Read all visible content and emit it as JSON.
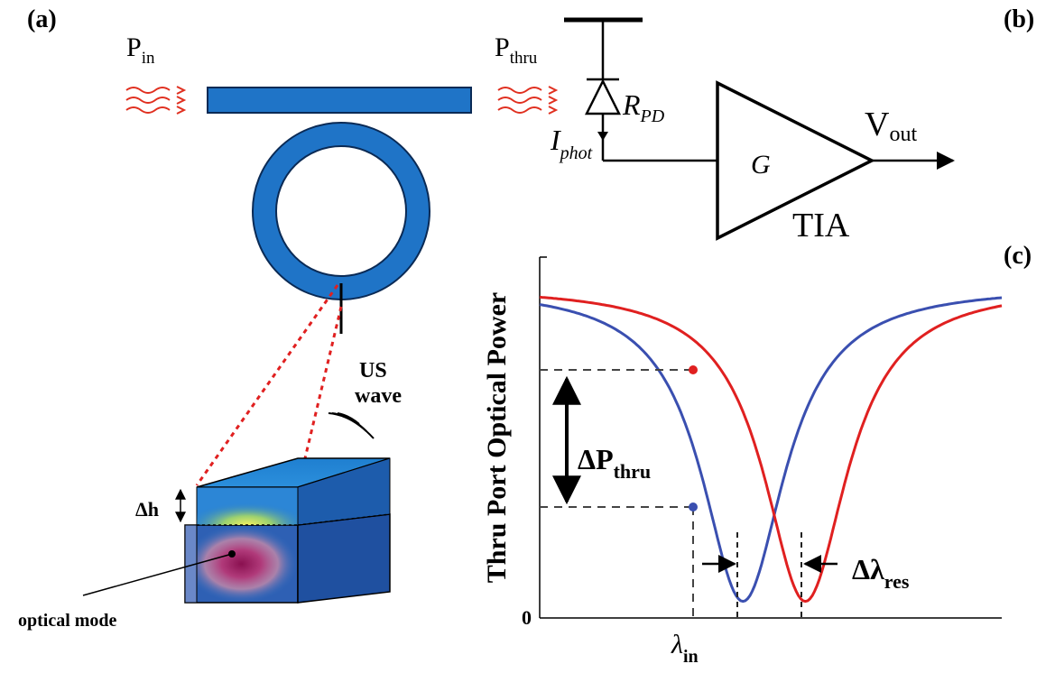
{
  "panels": {
    "a": "(a)",
    "b": "(b)",
    "c": "(c)"
  },
  "waveguide": {
    "p_in_main": "P",
    "p_in_sub": "in",
    "p_thru_main": "P",
    "p_thru_sub": "thru"
  },
  "circuit": {
    "rpd_main": "R",
    "rpd_sub": "PD",
    "iphot_main": "I",
    "iphot_sub": "phot",
    "gain": "G",
    "amp_label": "TIA",
    "vout_main": "V",
    "vout_sub": "out"
  },
  "inset": {
    "us_line1": "US",
    "us_line2": "wave",
    "delta_h": "Δh",
    "optical_mode": "optical mode"
  },
  "chart_data": {
    "type": "line",
    "title": "",
    "ylabel": "Thru Port Optical Power",
    "y_origin_label": "0",
    "x_tick_main": "λ",
    "x_tick_sub": "in",
    "delta_p_main": "ΔP",
    "delta_p_sub": "thru",
    "delta_lambda_main": "Δλ",
    "delta_lambda_sub": "res",
    "series": [
      {
        "color": "#3a4fb0",
        "resonance_x": 0.44,
        "min_y": 0.05,
        "linewidth": 0.11
      },
      {
        "color": "#e02020",
        "resonance_x": 0.575,
        "min_y": 0.05,
        "linewidth": 0.11
      }
    ],
    "colors": {
      "blue": "#3a4fb0",
      "red": "#e02020"
    }
  }
}
